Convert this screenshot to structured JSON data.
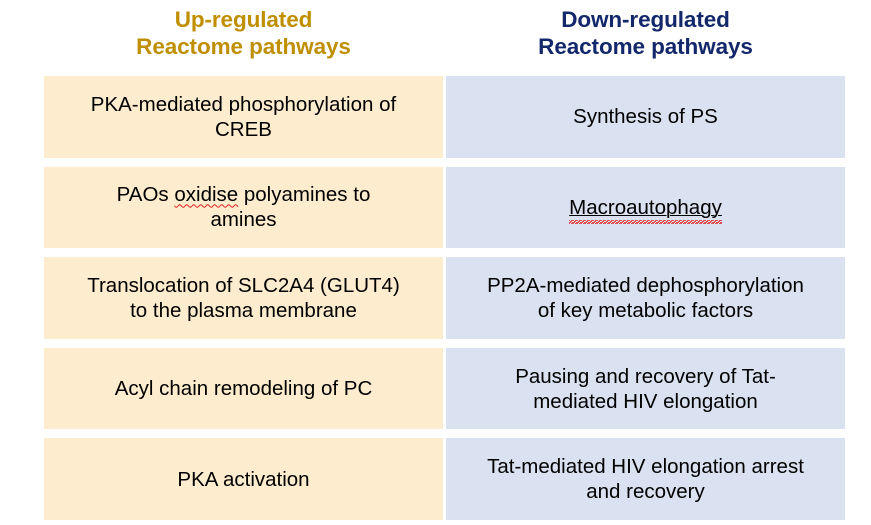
{
  "colors": {
    "up_header_text": "#bf8f00",
    "down_header_text": "#13276b",
    "up_cell_bg": "#fdeccd",
    "down_cell_bg": "#dae1f0",
    "cell_text": "#000000",
    "page_bg": "#ffffff",
    "spellcheck_underline": "#e02020"
  },
  "headers": {
    "up": {
      "line1": "Up-regulated",
      "line2": "Reactome pathways"
    },
    "down": {
      "line1": "Down-regulated",
      "line2": "Reactome pathways"
    }
  },
  "rows": [
    {
      "up": {
        "text": "PKA-mediated phosphorylation of CREB",
        "line1": "PKA-mediated phosphorylation of",
        "line2": "CREB"
      },
      "down": {
        "text": "Synthesis of PS",
        "line1": "Synthesis of PS",
        "line2": ""
      }
    },
    {
      "up": {
        "text": "PAOs oxidise polyamines to amines",
        "line1_pre": "PAOs ",
        "line1_misspelled": "oxidise",
        "line1_post": " polyamines to",
        "line2": "amines"
      },
      "down": {
        "text": "Macroautophagy",
        "line1_misspelled": "Macroautophagy",
        "line2": ""
      }
    },
    {
      "up": {
        "text": "Translocation of SLC2A4 (GLUT4) to the plasma membrane",
        "line1": "Translocation of SLC2A4 (GLUT4)",
        "line2": "to the plasma membrane"
      },
      "down": {
        "text": "PP2A-mediated dephosphorylation of key metabolic factors",
        "line1": "PP2A-mediated dephosphorylation",
        "line2": "of key metabolic factors"
      }
    },
    {
      "up": {
        "text": "Acyl chain remodeling of PC",
        "line1": "Acyl chain remodeling of PC",
        "line2": ""
      },
      "down": {
        "text": "Pausing and recovery of Tat-mediated HIV elongation",
        "line1": "Pausing and recovery of Tat-",
        "line2": "mediated HIV elongation"
      }
    },
    {
      "up": {
        "text": "PKA activation",
        "line1": "PKA activation",
        "line2": ""
      },
      "down": {
        "text": "Tat-mediated HIV elongation arrest and recovery",
        "line1": "Tat-mediated HIV elongation arrest",
        "line2": "and recovery"
      }
    }
  ]
}
